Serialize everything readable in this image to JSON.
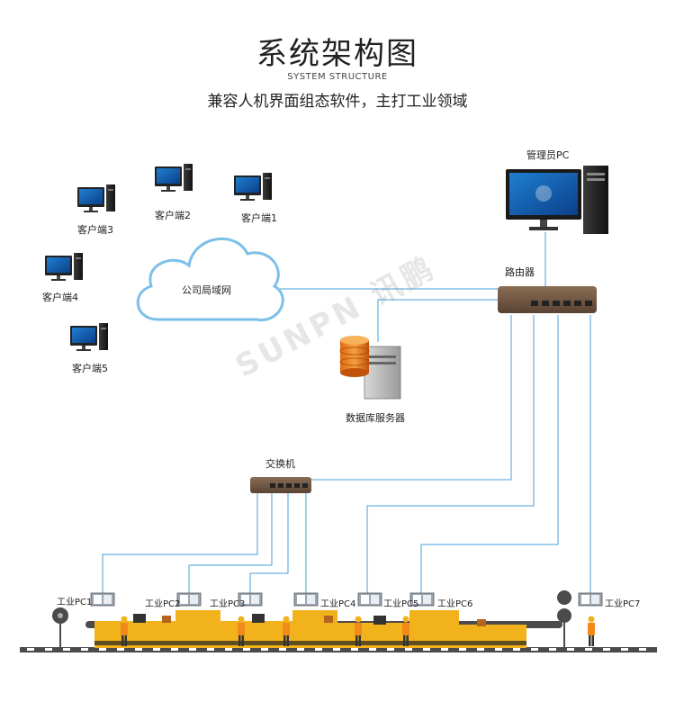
{
  "header": {
    "title": "系统架构图",
    "subtitle_en": "SYSTEM STRUCTURE",
    "tagline": "兼容人机界面组态软件，主打工业领域"
  },
  "nodes": {
    "admin_pc": "管理员PC",
    "router": "路由器",
    "lan_cloud": "公司局域网",
    "db_server": "数据库服务器",
    "switch": "交换机",
    "clients": [
      "客户端1",
      "客户端2",
      "客户端3",
      "客户端4",
      "客户端5"
    ],
    "industrial_pcs": [
      "工业PC1",
      "工业PC2",
      "工业PC3",
      "工业PC4",
      "工业PC5",
      "工业PC6",
      "工业PC7"
    ]
  },
  "watermark": {
    "text": "SUNPN 讯鹏"
  },
  "colors": {
    "link_line": "#4a9fd8",
    "cloud_stroke": "#7cc0e8",
    "conveyor": "#f2b21b",
    "belt": "#4b4b4b"
  }
}
